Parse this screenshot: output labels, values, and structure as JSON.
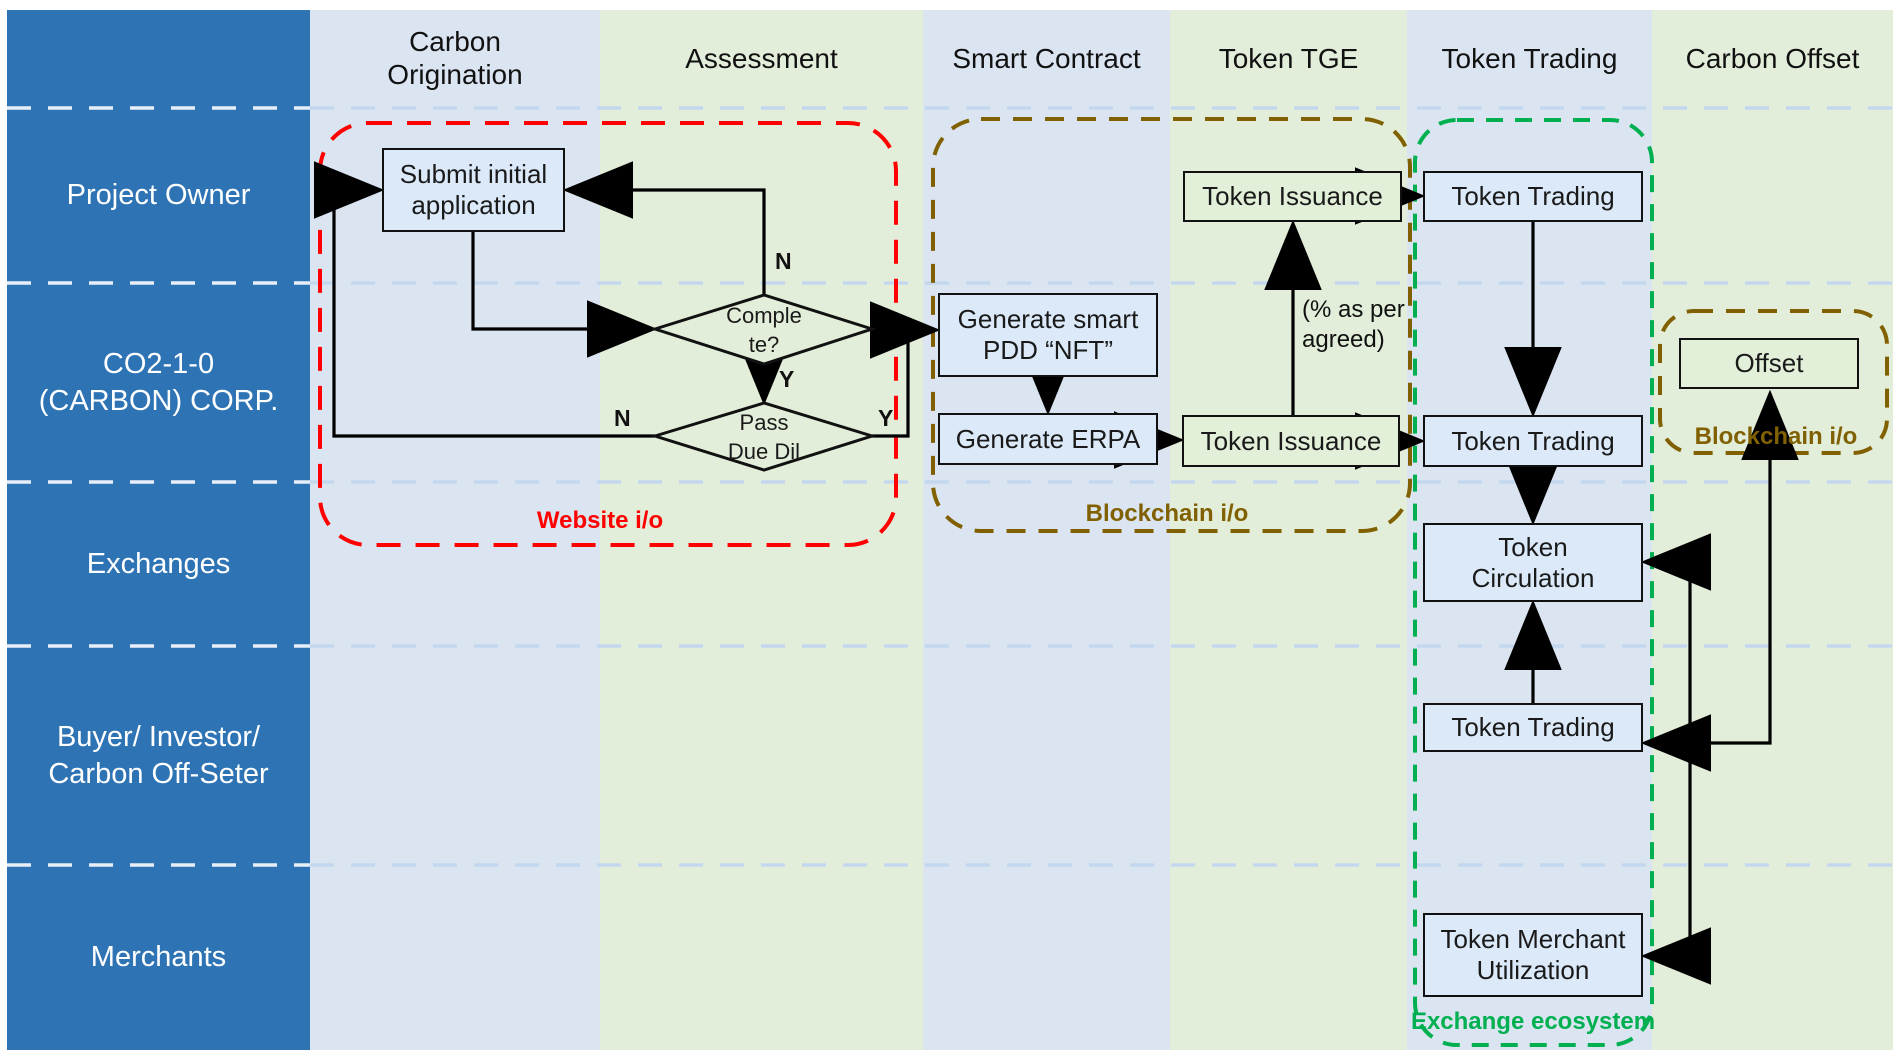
{
  "columns": [
    "Carbon Origination",
    "Assessment",
    "Smart Contract",
    "Token TGE",
    "Token Trading",
    "Carbon Offset"
  ],
  "lanes": [
    {
      "lines": [
        "Project Owner"
      ]
    },
    {
      "lines": [
        "CO2-1-0",
        "(CARBON) CORP."
      ]
    },
    {
      "lines": [
        "Exchanges"
      ]
    },
    {
      "lines": [
        "Buyer/ Investor/",
        "Carbon Off-Seter"
      ]
    },
    {
      "lines": [
        "Merchants"
      ]
    }
  ],
  "nodes": {
    "submit": {
      "lines": [
        "Submit initial",
        "application"
      ]
    },
    "complete": {
      "lines": [
        "Comple",
        "te?"
      ]
    },
    "pass": {
      "lines": [
        "Pass",
        "Due Dil"
      ]
    },
    "pdd": {
      "lines": [
        "Generate smart",
        "PDD “NFT”"
      ]
    },
    "erpa": {
      "label": "Generate ERPA"
    },
    "token_issuance_top": {
      "label": "Token Issuance"
    },
    "token_issuance": {
      "label": "Token Issuance"
    },
    "token_trading_1": {
      "label": "Token Trading"
    },
    "token_trading_2": {
      "label": "Token Trading"
    },
    "token_circulation": {
      "lines": [
        "Token",
        "Circulation"
      ]
    },
    "token_trading_3": {
      "label": "Token Trading"
    },
    "token_merchant": {
      "lines": [
        "Token Merchant",
        "Utilization"
      ]
    },
    "offset": {
      "label": "Offset"
    }
  },
  "edge_labels": {
    "complete_n": "N",
    "complete_y": "Y",
    "pass_n": "N",
    "pass_y": "Y",
    "pct": {
      "lines": [
        "(% as per",
        "agreed)"
      ]
    }
  },
  "groups": {
    "website": "Website i/o",
    "blockchain_1": "Blockchain i/o",
    "blockchain_2": "Blockchain i/o",
    "exchange": "Exchange ecosystem"
  },
  "colors": {
    "sidebar": "#2E74B5",
    "band_blue": "#dbe5f2",
    "band_green": "#e3eeda",
    "node_blue": "#dbe9f8",
    "node_green": "#e2f0d9",
    "group_red": "#FF0000",
    "group_olive": "#806000",
    "group_green": "#00B050",
    "connector": "#000000"
  }
}
